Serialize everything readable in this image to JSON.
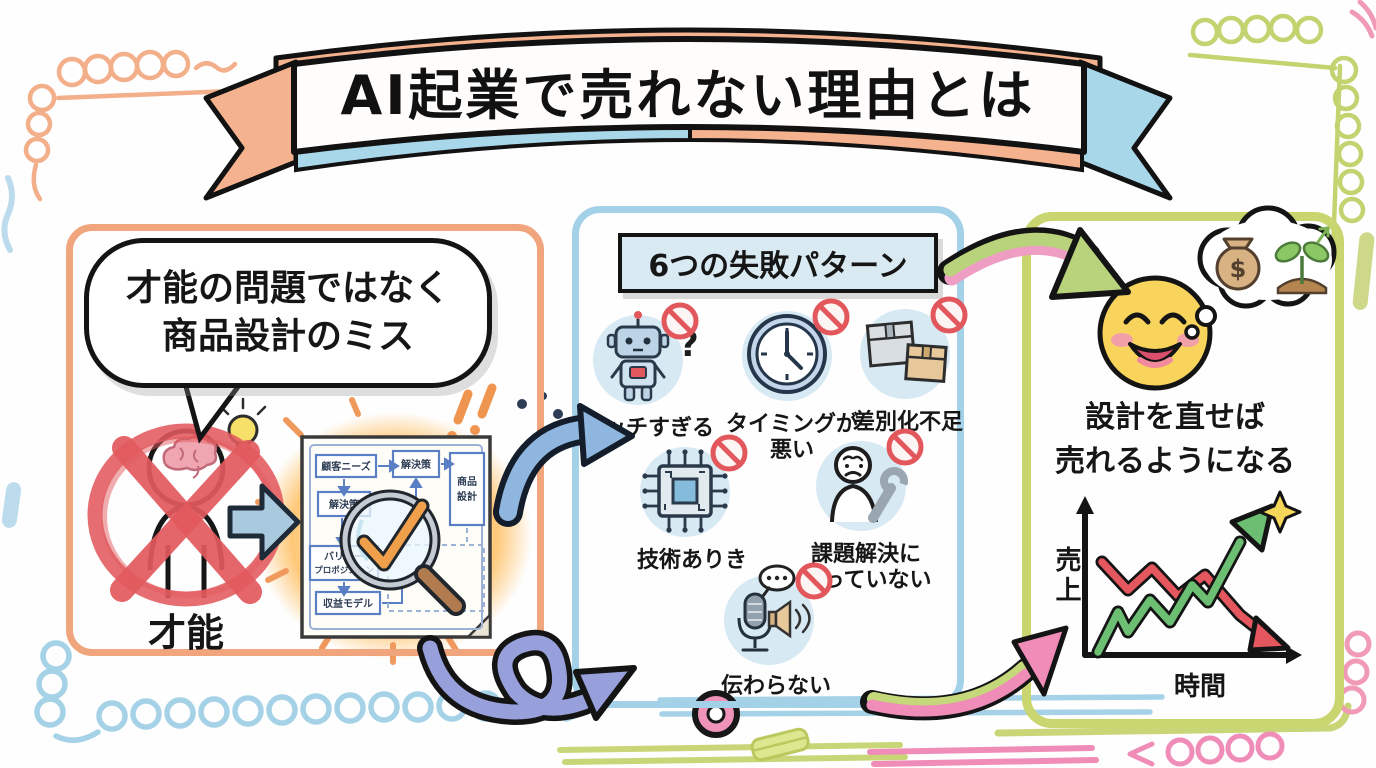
{
  "title": "AI起業で売れない理由とは",
  "left_panel": {
    "bubble_line1": "才能の問題ではなく",
    "bubble_line2": "商品設計のミス",
    "crossed_label": "才能",
    "flowchart": {
      "box_customer_needs": "顧客ニーズ",
      "box_solution_top": "解決策",
      "box_product_design_line1": "商品",
      "box_product_design_line2": "設計",
      "box_solution_left": "解決策",
      "box_value_prop_line1": "バリュー",
      "box_value_prop_line2": "プロポジション",
      "box_revenue_model": "収益モデル"
    }
  },
  "middle_panel": {
    "heading": "6つの失敗パターン",
    "failures": [
      {
        "icon": "robot-icon",
        "label": "ニッチすぎる",
        "question_mark": "?"
      },
      {
        "icon": "clock-icon",
        "label": "タイミングが\n悪い"
      },
      {
        "icon": "boxes-icon",
        "label": "差別化不足"
      },
      {
        "icon": "chip-icon",
        "label": "技術ありき"
      },
      {
        "icon": "person-wrench-icon",
        "label": "課題解決に\nなっていない"
      },
      {
        "icon": "microphone-icon",
        "label": "伝わらない"
      }
    ]
  },
  "right_panel": {
    "message_line1": "設計を直せば",
    "message_line2": "売れるようになる",
    "thought_dollar": "$",
    "chart": {
      "y_axis_label": "売上",
      "x_axis_label": "時間"
    }
  },
  "colors": {
    "ribbon_orange": "#f5b28e",
    "ribbon_blue": "#a9d7ea",
    "left_panel_border": "#f0a57c",
    "middle_panel_border": "#a3d2e8",
    "right_panel_border": "#c9d56e",
    "prohibition_red": "#e2575b",
    "cross_red": "#e25a5e",
    "check_orange": "#f0a04b",
    "chart_down_red": "#e4575e",
    "chart_up_green": "#6cbf72",
    "smiley_yellow": "#f8d45c"
  }
}
